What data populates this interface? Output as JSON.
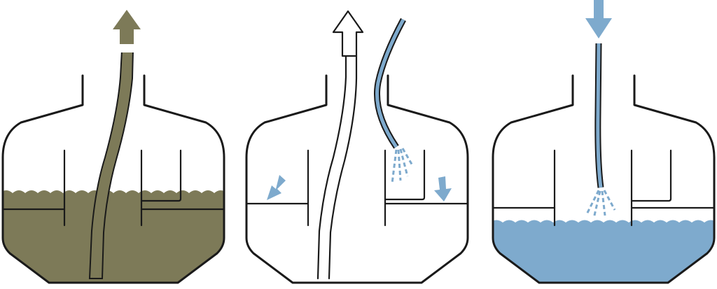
{
  "figure": {
    "description_panels": [
      "tank-1-draining",
      "tank-2-rinsing",
      "tank-3-filling"
    ]
  },
  "colors": {
    "sludge": "#7d7a58",
    "water": "#7eaacd",
    "outline": "#1a1a1a",
    "background": "#ffffff"
  },
  "icons": {
    "tank-1": "up-arrow-icon",
    "tank-2": "up-arrow-icon",
    "tank-3": "down-arrow-icon"
  }
}
